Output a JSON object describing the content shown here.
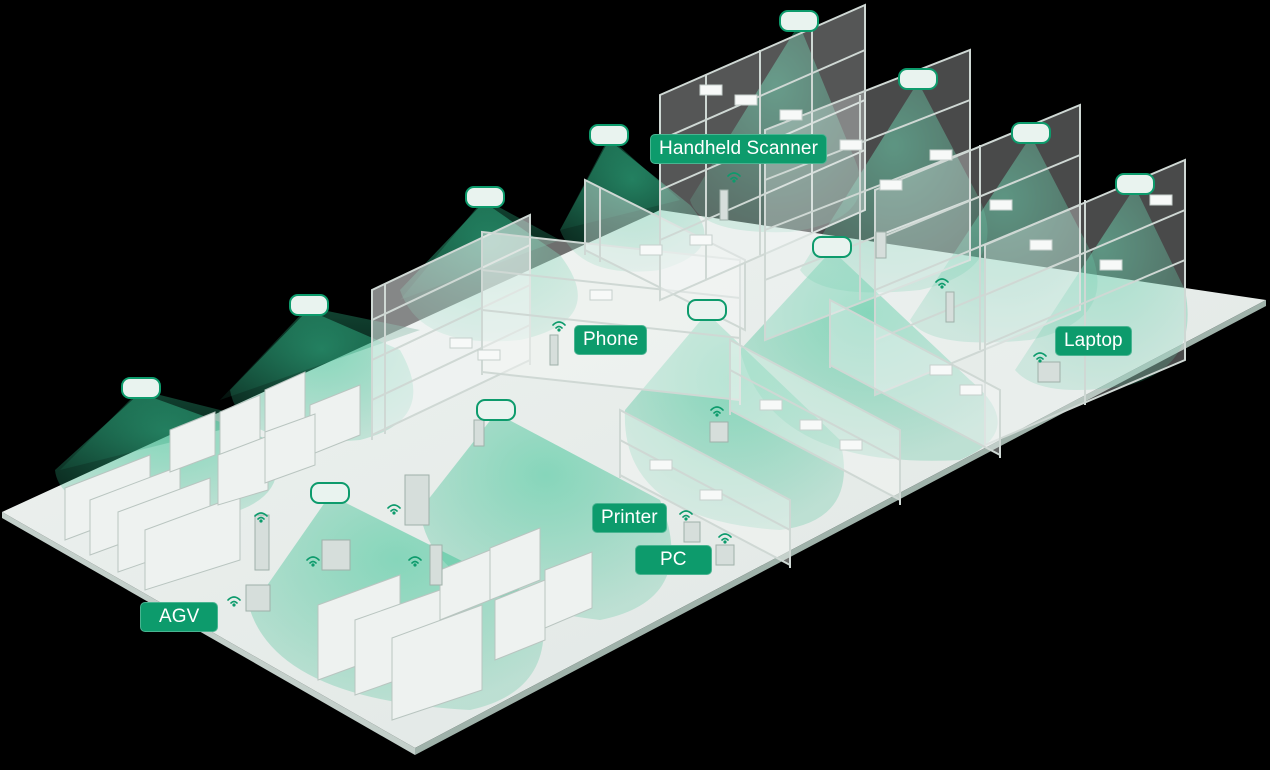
{
  "labels": {
    "handheld_scanner": "Handheld Scanner",
    "phone": "Phone",
    "laptop": "Laptop",
    "printer": "Printer",
    "pc": "PC",
    "agv": "AGV"
  },
  "colors": {
    "background": "#000000",
    "floor": "#e6ebe9",
    "accent": "#0d9b6c",
    "coverage": "#2fb888",
    "access_point": "#e9f3ef"
  },
  "icons": {
    "access_point": "ceiling-access-point-icon",
    "client_signal": "wifi-icon"
  }
}
